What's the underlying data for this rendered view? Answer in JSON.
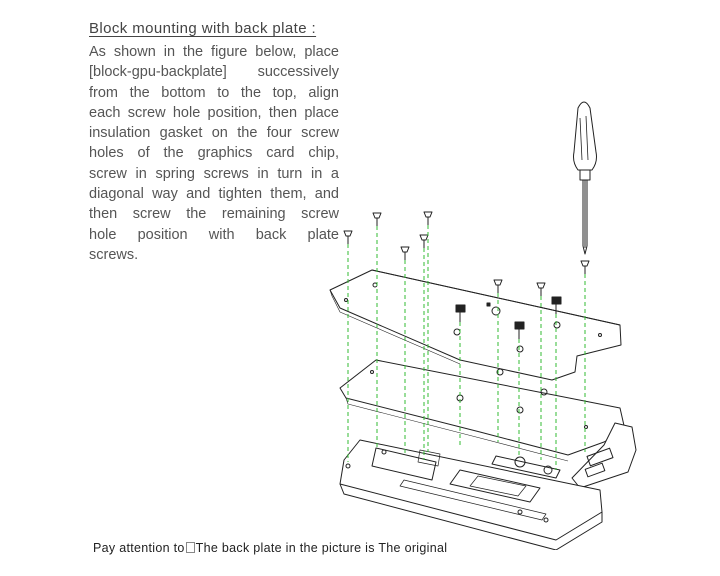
{
  "heading": "Block mounting with back plate :",
  "instructions": [
    "As shown in the figure below, place",
    "[block-gpu-backplate]  successively",
    "from  the  bottom  to  the  top,  align",
    "each screw hole position, then place",
    "insulation gasket on the four screw",
    "holes  of  the  graphics  card  chip,",
    "screw in spring screws in turn in a",
    "diagonal way and tighten them, and",
    "then  screw  the  remaining  screw",
    "hole  position  with  back  plate",
    "screws."
  ],
  "footer": {
    "part1": "Pay attention to",
    "part2": "The back plate in the picture is  The original"
  },
  "colors": {
    "text": "#444444",
    "line_art": "#222222",
    "guide_dash": "#33bb33"
  }
}
